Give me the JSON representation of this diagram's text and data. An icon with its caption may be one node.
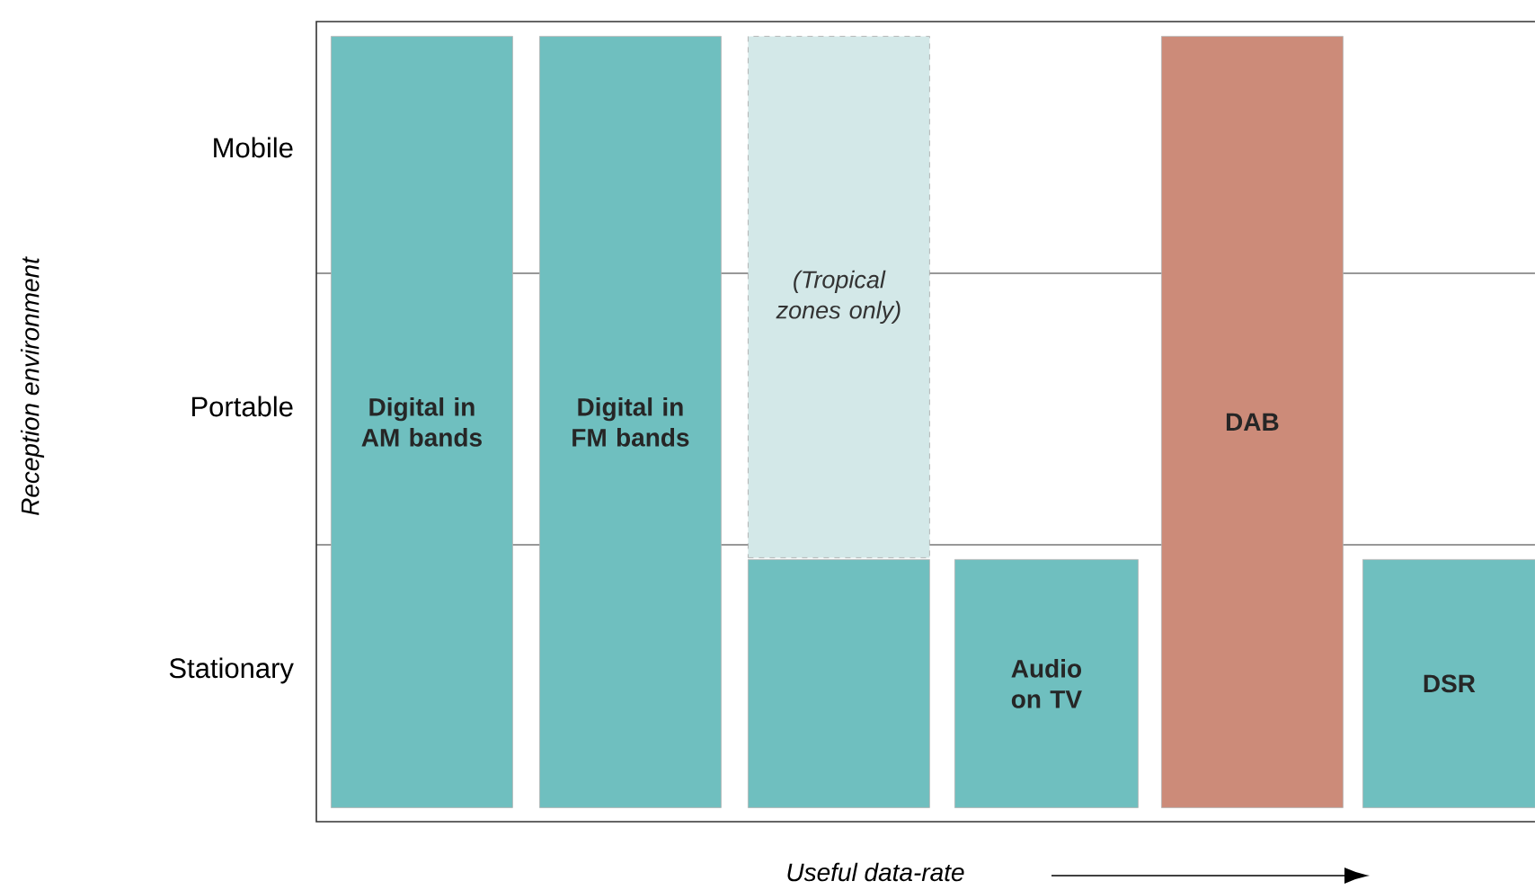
{
  "diagram": {
    "nodes": [
      {
        "text": [
          "Digital in AM bands"
        ]
      },
      {
        "text": [
          "Digital in FM bands"
        ]
      },
      {
        "text": [
          "(Tropical zones only)"
        ]
      },
      {
        "text": [],
        "shape": "box"
      },
      {
        "text": [
          "Audio on TV"
        ]
      },
      {
        "text": [
          "DAB"
        ]
      },
      {
        "text": [
          "DSR"
        ]
      }
    ],
    "labels": [
      "Mobile",
      "Reception environment",
      "Portable",
      "Stationary",
      "Useful data-rate"
    ]
  }
}
